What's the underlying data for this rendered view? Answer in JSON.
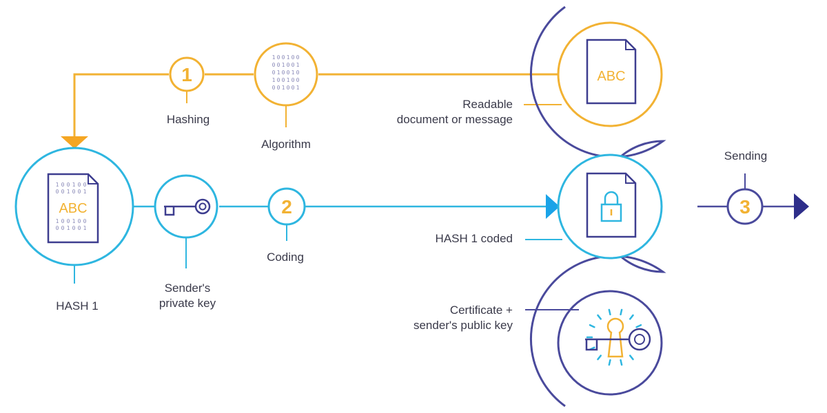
{
  "colors": {
    "gold": "#F2B233",
    "orange": "#F5A623",
    "cyan": "#2EB6E0",
    "arrow_blue": "#1AA3E8",
    "navy": "#4A4A9C",
    "dark_navy": "#2E2E8A",
    "text": "#3a3a4a"
  },
  "steps": [
    {
      "number": "1",
      "label": "Hashing"
    },
    {
      "number": "2",
      "label": "Coding"
    },
    {
      "number": "3",
      "label": "Sending"
    }
  ],
  "nodes": {
    "algorithm": {
      "label": "Algorithm",
      "icon": "binary-grid-icon"
    },
    "readable_doc": {
      "label_line1": "Readable",
      "label_line2": "document or message",
      "doc_text": "ABC",
      "icon": "document-icon"
    },
    "hash1": {
      "label": "HASH 1",
      "doc_text": "ABC",
      "icon": "hashed-document-icon"
    },
    "private_key": {
      "label_line1": "Sender's",
      "label_line2": "private key",
      "icon": "key-icon"
    },
    "hash1_coded": {
      "label": "HASH 1 coded",
      "icon": "locked-document-icon"
    },
    "certificate": {
      "label_line1": "Certificate +",
      "label_line2": "sender's public key",
      "icon": "keyhole-key-icon"
    }
  }
}
